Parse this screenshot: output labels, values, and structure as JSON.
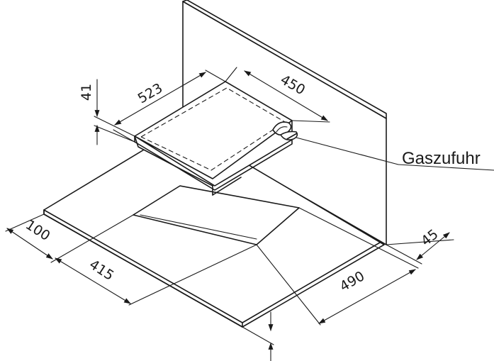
{
  "dimensions": {
    "hob_depth": "523",
    "hob_width": "450",
    "hob_height": "41",
    "front_clearance": "100",
    "cutout_depth": "415",
    "cutout_width": "490",
    "wall_clearance": "45"
  },
  "labels": {
    "gas_inlet": "Gaszufuhr"
  },
  "colors": {
    "line": "#1a1a1a",
    "background": "#ffffff"
  }
}
